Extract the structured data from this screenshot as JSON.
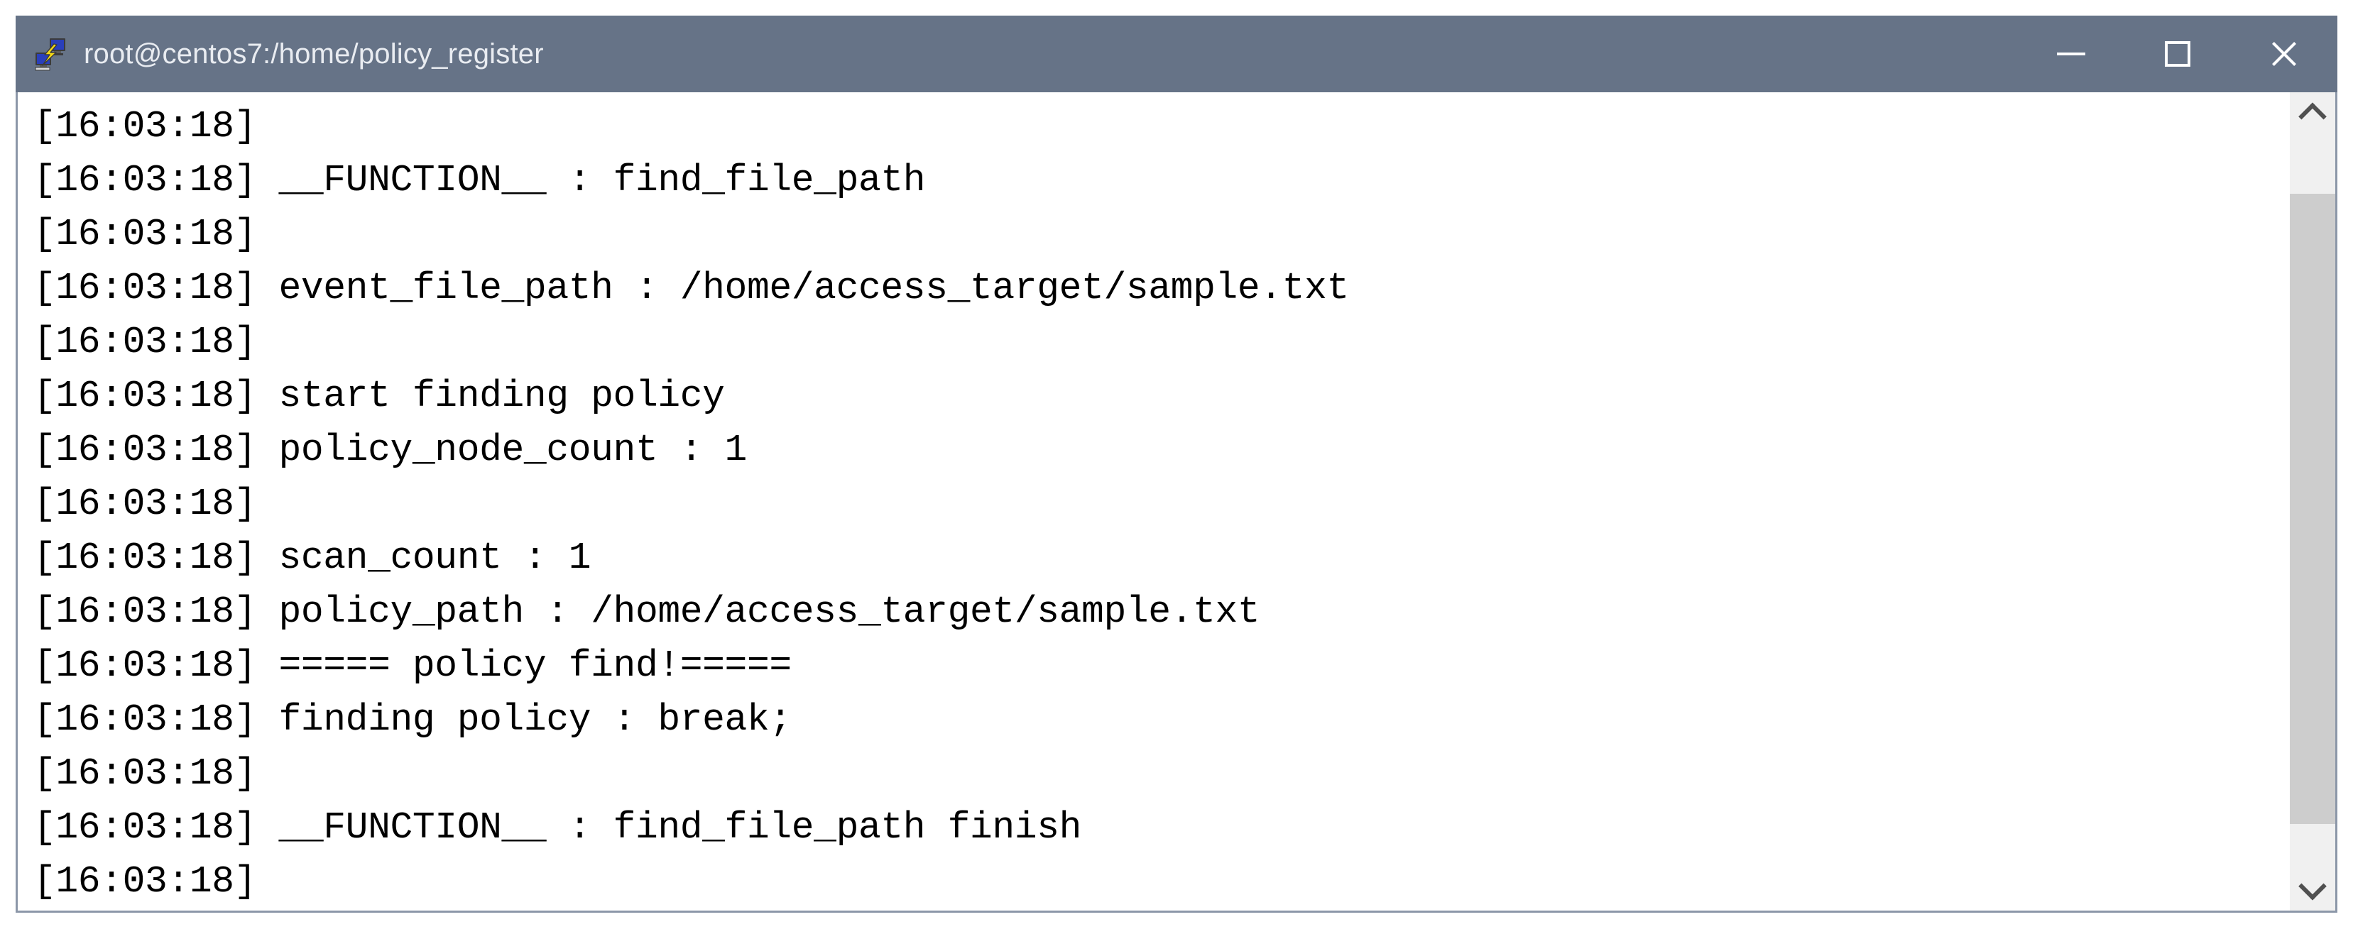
{
  "window": {
    "title": "root@centos7:/home/policy_register",
    "icon": "putty-network-computers-icon",
    "titlebar_color": "#667387",
    "border_color": "#8c97a8",
    "terminal_bg": "#ffffff",
    "terminal_fg": "#000000"
  },
  "controls": {
    "minimize_label": "—",
    "maximize_label": "□",
    "close_label": "✕"
  },
  "scrollbar": {
    "up_arrow": "chevron-up-icon",
    "down_arrow": "chevron-down-icon",
    "track_color": "#f0f0f0",
    "thumb_color": "#cdcdcd",
    "thumb_top_percent": 8,
    "thumb_height_percent": 86
  },
  "terminal": {
    "timestamp": "16:03:18",
    "lines": [
      "[16:03:18]",
      "[16:03:18] __FUNCTION__ : find_file_path",
      "[16:03:18]",
      "[16:03:18] event_file_path : /home/access_target/sample.txt",
      "[16:03:18]",
      "[16:03:18] start finding policy",
      "[16:03:18] policy_node_count : 1",
      "[16:03:18]",
      "[16:03:18] scan_count : 1",
      "[16:03:18] policy_path : /home/access_target/sample.txt",
      "[16:03:18] ===== policy find!=====",
      "[16:03:18] finding policy : break;",
      "[16:03:18]",
      "[16:03:18] __FUNCTION__ : find_file_path finish",
      "[16:03:18]"
    ]
  }
}
